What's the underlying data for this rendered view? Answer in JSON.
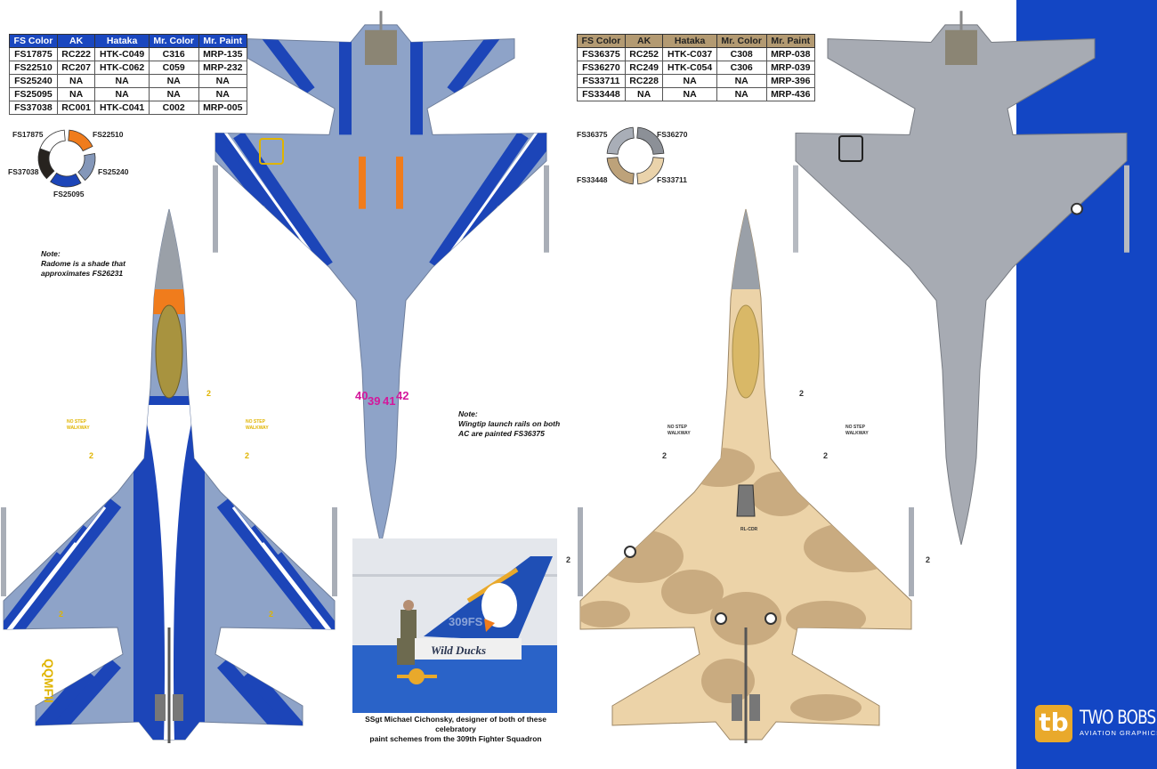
{
  "tables": {
    "blue_scheme": {
      "headers": [
        "FS Color",
        "AK",
        "Hataka",
        "Mr. Color",
        "Mr. Paint"
      ],
      "rows": [
        [
          "FS17875",
          "RC222",
          "HTK-C049",
          "C316",
          "MRP-135"
        ],
        [
          "FS22510",
          "RC207",
          "HTK-C062",
          "C059",
          "MRP-232"
        ],
        [
          "FS25240",
          "NA",
          "NA",
          "NA",
          "NA"
        ],
        [
          "FS25095",
          "NA",
          "NA",
          "NA",
          "NA"
        ],
        [
          "FS37038",
          "RC001",
          "HTK-C041",
          "C002",
          "MRP-005"
        ]
      ]
    },
    "desert_scheme": {
      "headers": [
        "FS Color",
        "AK",
        "Hataka",
        "Mr. Color",
        "Mr. Paint"
      ],
      "rows": [
        [
          "FS36375",
          "RC252",
          "HTK-C037",
          "C308",
          "MRP-038"
        ],
        [
          "FS36270",
          "RC249",
          "HTK-C054",
          "C306",
          "MRP-039"
        ],
        [
          "FS33711",
          "RC228",
          "NA",
          "NA",
          "MRP-396"
        ],
        [
          "FS33448",
          "NA",
          "NA",
          "NA",
          "MRP-436"
        ]
      ]
    }
  },
  "swatches": {
    "blue_scheme": [
      {
        "label": "FS17875",
        "color": "#ffffff"
      },
      {
        "label": "FS22510",
        "color": "#f07c1c"
      },
      {
        "label": "FS25240",
        "color": "#8497b9"
      },
      {
        "label": "FS25095",
        "color": "#1c45b8"
      },
      {
        "label": "FS37038",
        "color": "#27231f"
      }
    ],
    "desert_scheme": [
      {
        "label": "FS36375",
        "color": "#a9aeb7"
      },
      {
        "label": "FS36270",
        "color": "#8c9097"
      },
      {
        "label": "FS33711",
        "color": "#ead3ab"
      },
      {
        "label": "FS33448",
        "color": "#bda27a"
      }
    ]
  },
  "notes": {
    "radome": {
      "title": "Note:",
      "line1": "Radome is a shade that",
      "line2": "approximates FS26231"
    },
    "wingtip": {
      "title": "Note:",
      "line1": "Wingtip launch rails on both",
      "line2": "AC are painted FS36375"
    }
  },
  "decals": {
    "modex": [
      "40",
      "39",
      "41",
      "42"
    ],
    "stencil_number": "2",
    "no_step": "NO STEP",
    "walkway": "WALKWAY",
    "tail_code": "QQMFII",
    "desert_serial": "RL-CDR"
  },
  "photo": {
    "tail_text": "309FS",
    "fuselage_text": "Wild Ducks",
    "caption_line1": "SSgt Michael Cichonsky, designer of both of these celebratory",
    "caption_line2": "paint schemes from the 309th Fighter Squadron"
  },
  "brand": {
    "mark": "tb",
    "name": "TWO BOBS",
    "tagline": "AVIATION GRAPHICS",
    "band_color": "#1346c4",
    "logo_color": "#e9a92b"
  }
}
